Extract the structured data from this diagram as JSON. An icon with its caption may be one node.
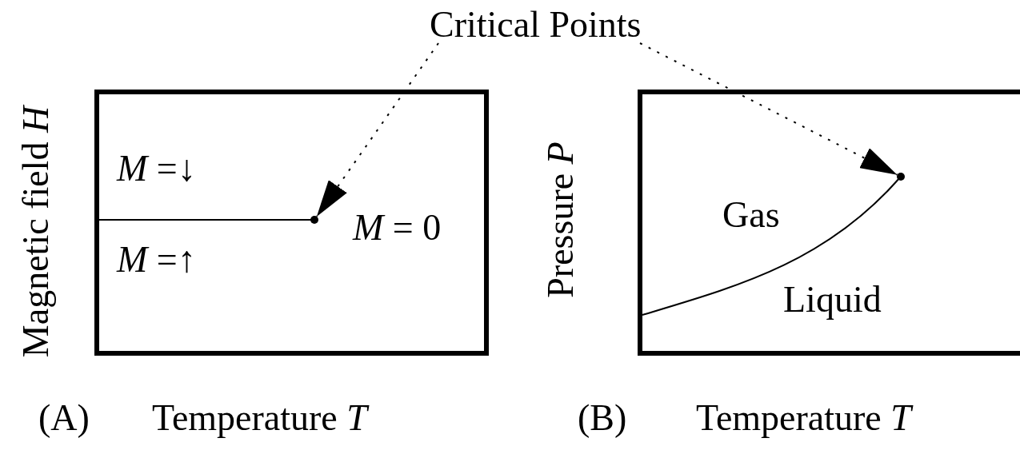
{
  "diagram": {
    "nodes": [
      {
        "text": [
          "Critical Points"
        ]
      },
      {
        "text": [
          "*M* =↓",
          "*M* =↑",
          "*M* = 0"
        ],
        "beside": [
          "Magnetic field *H*",
          "(A)",
          "Temperature *T*"
        ]
      },
      {
        "text": [],
        "shape": "circle",
        "in": 1
      },
      {
        "text": [
          "Gas",
          "Liquid"
        ],
        "beside": [
          "Pressure *P*",
          "(B)",
          "Temperature *T*"
        ]
      },
      {
        "text": [],
        "shape": "circle",
        "in": 3
      }
    ],
    "edges": [
      {
        "from": 0,
        "to": 2,
        "arrow": "to",
        "style": "dashed"
      },
      {
        "from": 0,
        "to": 4,
        "arrow": "to",
        "style": "dashed"
      }
    ]
  }
}
